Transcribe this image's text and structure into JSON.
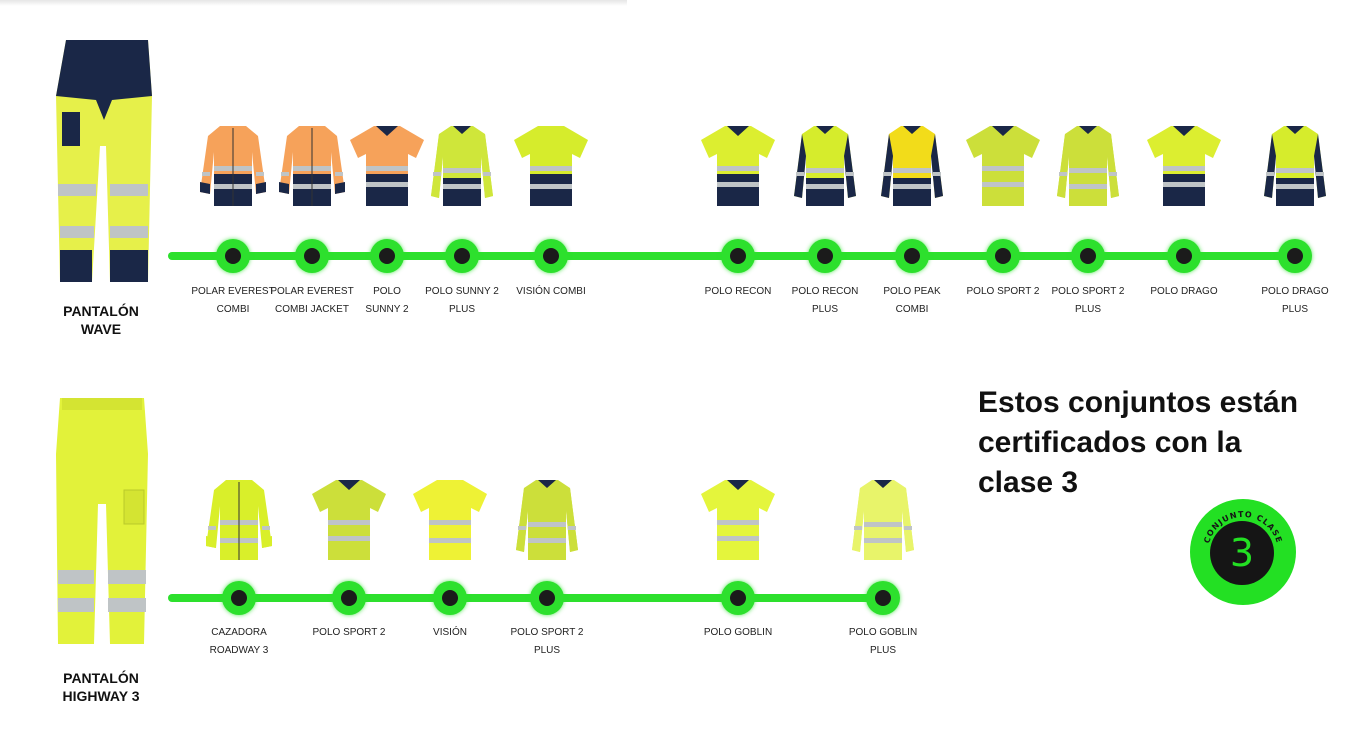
{
  "row1": {
    "pant_title": "PANTALÓN\nWAVE",
    "items": [
      {
        "label": "POLAR EVEREST\nCOMBI",
        "style": "jacket",
        "top": "#f6a25a",
        "bottom": "#1a2747",
        "sleeve": "#f6a25a"
      },
      {
        "label": "POLAR EVEREST\nCOMBI JACKET",
        "style": "jacket",
        "top": "#f6a25a",
        "bottom": "#1a2747",
        "sleeve": "#f6a25a"
      },
      {
        "label": "POLO\nSUNNY 2",
        "style": "polo",
        "top": "#f6a25a",
        "bottom": "#1a2747",
        "sleeve": "#f6a25a"
      },
      {
        "label": "POLO SUNNY 2\nPLUS",
        "style": "long",
        "top": "#cfe63a",
        "bottom": "#1a2747",
        "sleeve": "#cfe63a"
      },
      {
        "label": "VISIÓN COMBI",
        "style": "tee",
        "top": "#d6ec2c",
        "bottom": "#1a2747",
        "sleeve": "#d6ec2c"
      },
      {
        "label": "POLO RECON",
        "style": "polo",
        "top": "#dcee30",
        "bottom": "#1a2747",
        "sleeve": "#dcee30"
      },
      {
        "label": "POLO RECON\nPLUS",
        "style": "long",
        "top": "#d6ec2c",
        "bottom": "#1a2747",
        "sleeve": "#1a2747"
      },
      {
        "label": "POLO PEAK\nCOMBI",
        "style": "long",
        "top": "#f2dc1a",
        "bottom": "#1a2747",
        "sleeve": "#1a2747"
      },
      {
        "label": "POLO SPORT 2",
        "style": "polo",
        "top": "#ccdf3a",
        "bottom": "#ccdf3a",
        "sleeve": "#ccdf3a"
      },
      {
        "label": "POLO SPORT 2\nPLUS",
        "style": "long",
        "top": "#ccdf3a",
        "bottom": "#ccdf3a",
        "sleeve": "#ccdf3a"
      },
      {
        "label": "POLO DRAGO",
        "style": "polo",
        "top": "#dcee30",
        "bottom": "#1a2747",
        "sleeve": "#dcee30"
      },
      {
        "label": "POLO DRAGO\nPLUS",
        "style": "long",
        "top": "#d6ec2c",
        "bottom": "#1a2747",
        "sleeve": "#1a2747"
      }
    ]
  },
  "row2": {
    "pant_title": "PANTALÓN\nHIGHWAY 3",
    "items": [
      {
        "label": "CAZADORA\nROADWAY 3",
        "style": "jacket",
        "top": "#d9ef2a",
        "bottom": "#d9ef2a",
        "sleeve": "#d9ef2a"
      },
      {
        "label": "POLO SPORT 2",
        "style": "polo",
        "top": "#ccdf3a",
        "bottom": "#ccdf3a",
        "sleeve": "#ccdf3a"
      },
      {
        "label": "VISIÓN",
        "style": "tee",
        "top": "#eef235",
        "bottom": "#eef235",
        "sleeve": "#eef235"
      },
      {
        "label": "POLO SPORT 2\nPLUS",
        "style": "long",
        "top": "#ccdf3a",
        "bottom": "#ccdf3a",
        "sleeve": "#ccdf3a"
      },
      {
        "label": "POLO GOBLIN",
        "style": "polo",
        "top": "#e4f53c",
        "bottom": "#e4f53c",
        "sleeve": "#e4f53c"
      },
      {
        "label": "POLO GOBLIN\nPLUS",
        "style": "long",
        "top": "#e8f46a",
        "bottom": "#e8f46a",
        "sleeve": "#e8f46a"
      }
    ]
  },
  "claim": "Estos conjuntos están certificados con la clase 3",
  "badge": {
    "number": "3",
    "text": "CONJUNTO CLASE"
  },
  "colors": {
    "accent": "#2de02d",
    "navy": "#1a2747",
    "hi_vis_yellow": "#e0f02a",
    "reflective": "#bfc4c6"
  }
}
